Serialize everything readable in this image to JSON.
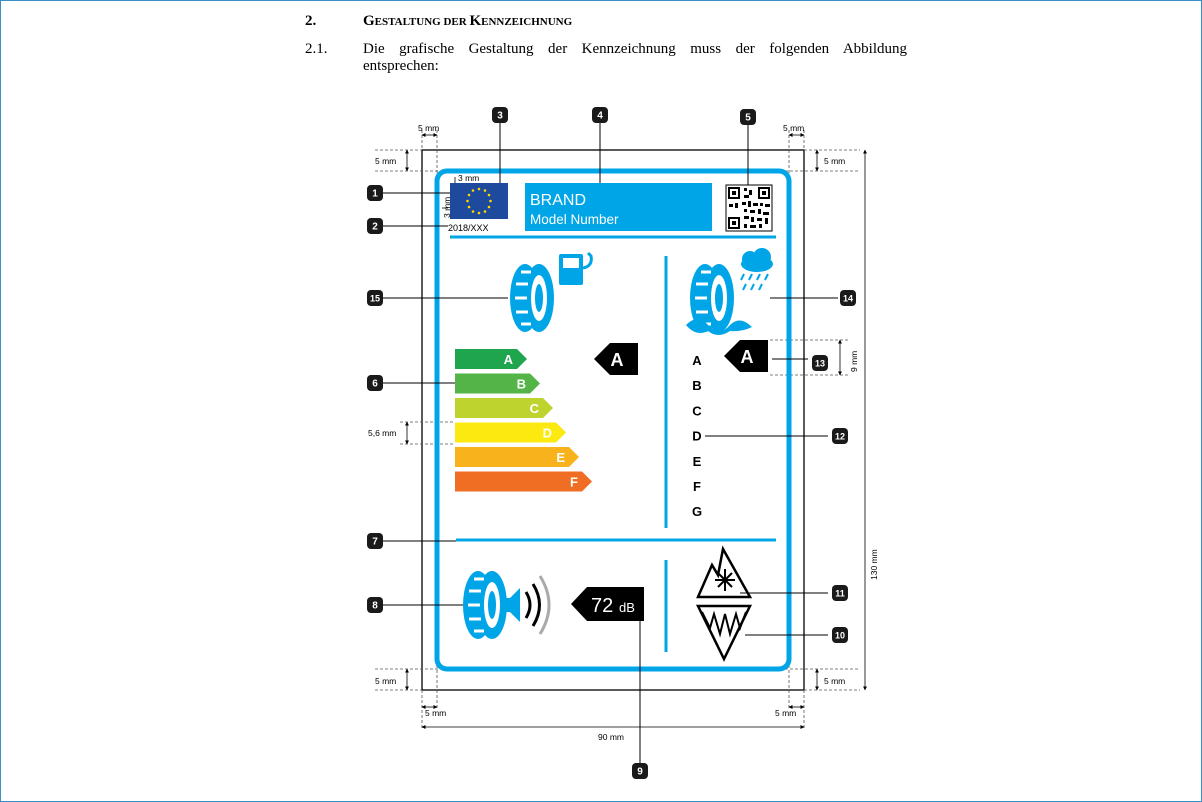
{
  "document": {
    "section_number": "2.",
    "section_title_cap1": "G",
    "section_title_rest1": "ESTALTUNG DER ",
    "section_title_cap2": "K",
    "section_title_rest2": "ENNZEICHNUNG",
    "para_number": "2.1.",
    "para_text_line1": "Die grafische Gestaltung der Kennzeichnung muss der folgenden Abbildung",
    "para_text_line2": "entsprechen:"
  },
  "label": {
    "brand": "BRAND",
    "model": "Model Number",
    "regulation": "2018/XXX",
    "fuel_class": "A",
    "wet_class": "A",
    "noise_value": "72",
    "noise_unit": "dB",
    "energy_scale": [
      "A",
      "B",
      "C",
      "D",
      "E",
      "F"
    ],
    "energy_colors": [
      "#1ea54d",
      "#55b447",
      "#bed32d",
      "#fbe90f",
      "#f8b21b",
      "#ef6e24"
    ],
    "wet_scale": [
      "A",
      "B",
      "C",
      "D",
      "E",
      "F",
      "G"
    ],
    "accent_color": "#00a5e7"
  },
  "dimensions": {
    "mm5": "5 mm",
    "mm3": "3 mm",
    "mm56": "5,6 mm",
    "mm9": "9 mm",
    "mm90": "90 mm",
    "mm130": "130 mm"
  },
  "callouts": [
    "1",
    "2",
    "3",
    "4",
    "5",
    "6",
    "7",
    "8",
    "9",
    "10",
    "11",
    "12",
    "13",
    "14",
    "15"
  ]
}
